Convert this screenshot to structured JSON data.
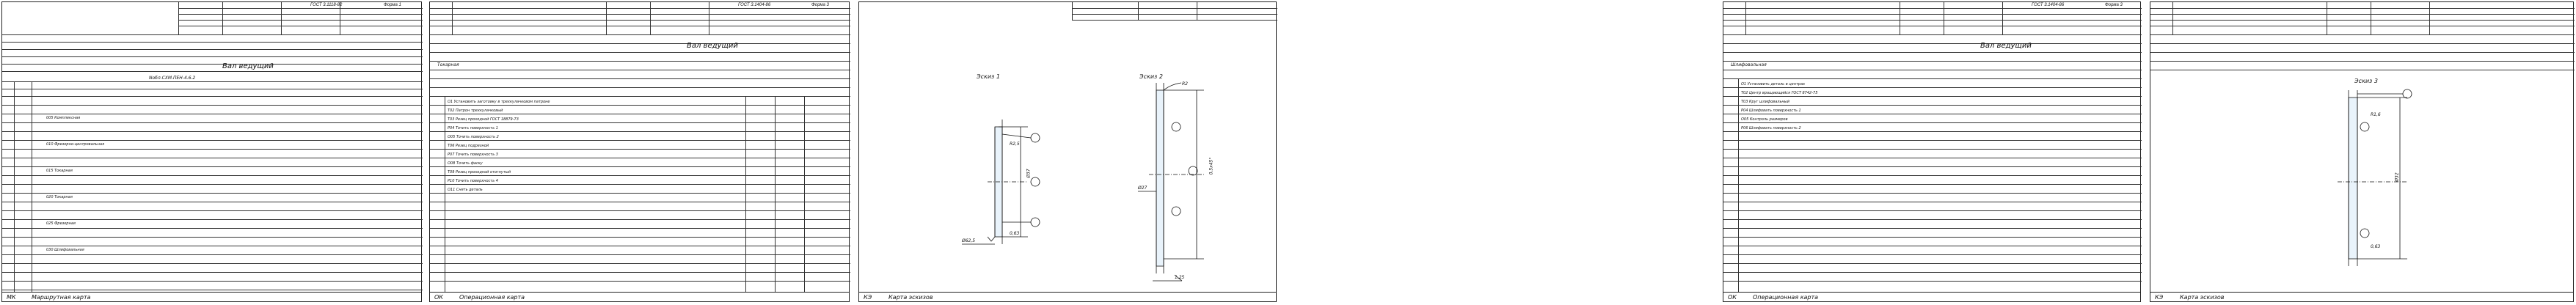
{
  "sheets": [
    {
      "code": "МК",
      "name": "Маршрутная карта",
      "title": "Вал ведущий",
      "designation": "Nобл.СХМ.ПЕН-4.6.2",
      "gost": "ГОСТ 3.1118-82",
      "form": "Форма 1",
      "rows": [
        "005  Комплексная",
        "010  Фрезерно-центровальная",
        "015  Токарная",
        "020  Токарная",
        "025  Фрезерная",
        "030  Шлифовальная"
      ]
    },
    {
      "code": "ОК",
      "name": "Операционная карта",
      "title": "Вал ведущий",
      "gost": "ГОСТ 3.1404-86",
      "form": "Форма 3",
      "op_name": "Токарная",
      "rows": [
        "О1  Установить заготовку в трехкулачковом патроне",
        "Т02  Патрон трехкулачковый",
        "Т03  Резец проходной ГОСТ 18879-73",
        "Р04  Точить поверхность 1",
        "О05  Точить поверхность 2",
        "Т06  Резец подрезной",
        "Р07  Точить поверхность 3",
        "О08  Точить фаску",
        "Т09  Резец проходной отогнутый",
        "Р10  Точить поверхность 4",
        "О11  Снять деталь"
      ]
    },
    {
      "code": "КЭ",
      "name": "Карта эскизов",
      "sketch1_title": "Эскиз 1",
      "sketch2_title": "Эскиз 2",
      "dims1": [
        "Ø37",
        "R2,5",
        "Ø62,5",
        "0,63"
      ],
      "dims2": [
        "Ø27",
        "R2",
        "0,5х45°",
        "1,25"
      ]
    },
    {
      "code": "ОК",
      "name": "Операционная карта",
      "title": "Вал ведущий",
      "gost": "ГОСТ 3.1404-86",
      "form": "Форма 3",
      "op_name": "Шлифовальная",
      "rows": [
        "О1  Установить деталь в центрах",
        "Т02  Центр вращающийся ГОСТ 8742-75",
        "Т03  Круг шлифовальный",
        "Р04  Шлифовать поверхность 1",
        "О05  Контроль размеров",
        "Р06  Шлифовать поверхность 2"
      ]
    },
    {
      "code": "КЭ",
      "name": "Карта эскизов",
      "sketch_title": "Эскиз 3",
      "dims": [
        "Ø32",
        "R1,6",
        "0,63"
      ]
    }
  ]
}
